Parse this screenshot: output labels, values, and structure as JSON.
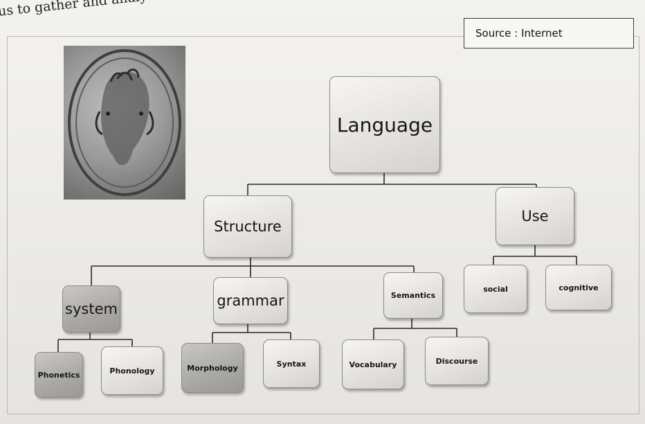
{
  "page": {
    "top_text": "us to gather and analyze informa"
  },
  "source_label": "Source : Internet",
  "diagram": {
    "root": "Language",
    "level1": [
      "Structure",
      "Use"
    ],
    "structure_children": [
      "system",
      "grammar",
      "Semantics"
    ],
    "use_children": [
      "social",
      "cognitive"
    ],
    "system_children": [
      "Phonetics",
      "Phonology"
    ],
    "grammar_children": [
      "Morphology",
      "Syntax"
    ],
    "semantics_children": [
      "Vocabulary",
      "Discourse"
    ]
  }
}
